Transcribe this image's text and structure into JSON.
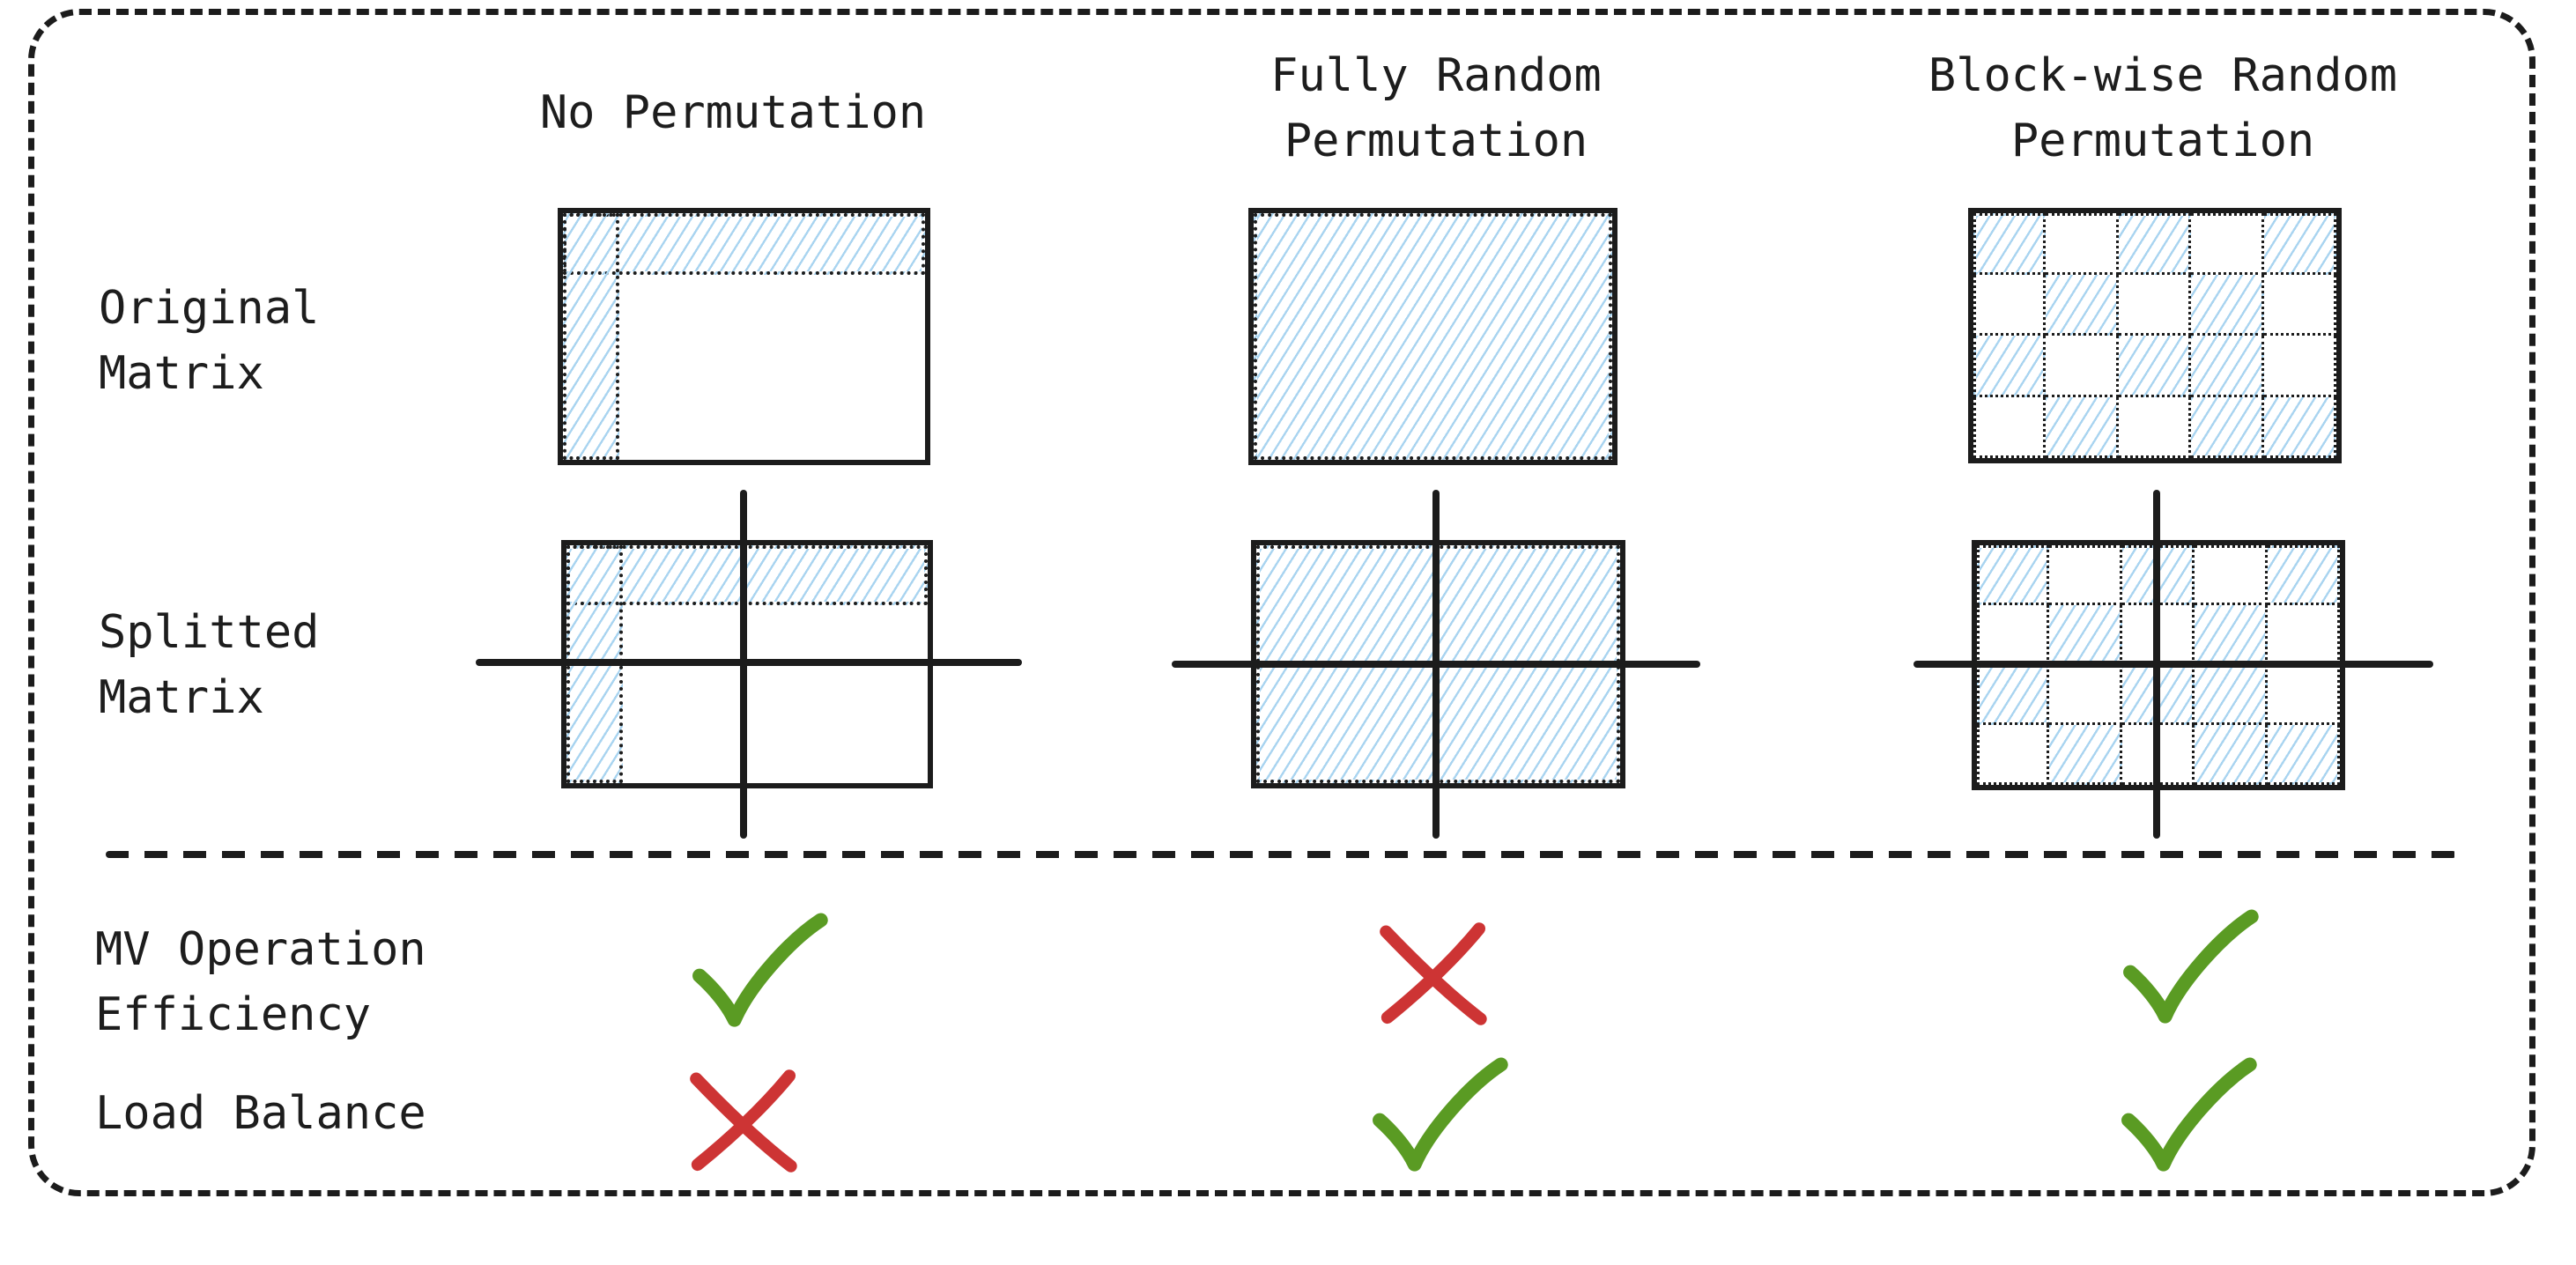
{
  "diagram": {
    "title_row": {
      "columns": [
        {
          "lines": [
            "No Permutation",
            ""
          ]
        },
        {
          "lines": [
            "Fully Random",
            "Permutation"
          ]
        },
        {
          "lines": [
            "Block-wise Random",
            "Permutation"
          ]
        }
      ]
    },
    "row_labels": {
      "original_line1": "Original",
      "original_line2": "Matrix",
      "splitted_line1": "Splitted",
      "splitted_line2": "Matrix",
      "mv_line1": "MV Operation",
      "mv_line2": "Efficiency",
      "load": "Load Balance"
    },
    "matrices": {
      "no_permutation_pattern": "first-row-band-and-first-column-band-hatched",
      "fully_random_pattern": "fully-hatched",
      "blockwise_grid": [
        [
          1,
          0,
          1,
          0,
          1
        ],
        [
          0,
          1,
          0,
          1,
          0
        ],
        [
          1,
          0,
          1,
          1,
          0
        ],
        [
          0,
          1,
          0,
          1,
          1
        ]
      ]
    },
    "ratings": {
      "mv_efficiency": [
        "check",
        "cross",
        "check"
      ],
      "load_balance": [
        "cross",
        "check",
        "check"
      ]
    },
    "colors": {
      "ink": "#1d1d1d",
      "hatch_blue": "#a9d4f0",
      "check_green": "#5a9b23",
      "cross_red": "#cd3434"
    }
  }
}
